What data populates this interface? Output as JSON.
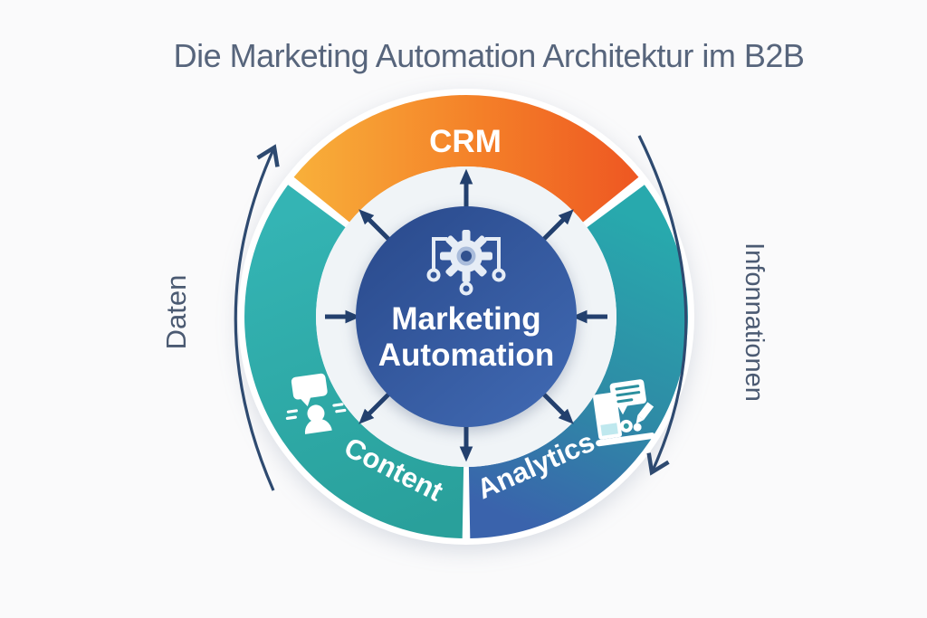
{
  "title": "Die Marketing Automation Architektur im B2B",
  "diagram": {
    "center": {
      "icon": "automation-gear-icon",
      "title_line1": "Marketing",
      "title_line2": "Automation"
    },
    "ring": {
      "top": {
        "label": "CRM"
      },
      "bottom_left": {
        "label": "Content",
        "icon": "content-person-chat-icon"
      },
      "bottom_right": {
        "label": "Analytics",
        "icon": "analytics-report-icon"
      }
    },
    "left_axis_label": "Daten",
    "right_axis_label": "Infonnationen",
    "colors": {
      "crm_orange_start": "#f8b03a",
      "crm_orange_end": "#ee5722",
      "teal_segment": "#2ba7a3",
      "analytics_blue": "#3a63ac",
      "center_blue": "#35599f",
      "arrow_navy": "#23406e",
      "side_text": "#4b5a72",
      "title_text": "#57657c",
      "background": "#fafafb"
    }
  }
}
